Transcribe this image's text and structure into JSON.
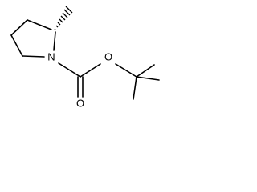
{
  "structure": {
    "atoms": {
      "n": "N",
      "o_ester": "O",
      "o_carbonyl": "O"
    }
  }
}
